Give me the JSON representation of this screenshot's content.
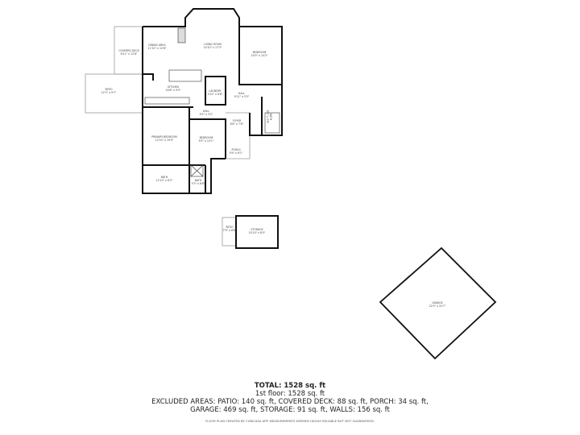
{
  "rooms": [
    {
      "name": "COVERED DECK",
      "dims": "6'11\" x 12'8\""
    },
    {
      "name": "DINING AREA",
      "dims": "11'10\" x 12'8\""
    },
    {
      "name": "LIVING ROOM",
      "dims": "14'10\" x 17'3\""
    },
    {
      "name": "BEDROOM",
      "dims": "10'0\" x 14'2\""
    },
    {
      "name": "PATIO",
      "dims": "12'3\" x 9'7\""
    },
    {
      "name": "KITCHEN",
      "dims": "20'8\" x 9'5\""
    },
    {
      "name": "LAUNDRY",
      "dims": "4'10\" x 6'8\""
    },
    {
      "name": "HALL",
      "dims": "9'11\" x 5'5\""
    },
    {
      "name": "BATH",
      "dims": "8'2\" x 5'6\""
    },
    {
      "name": "HALL",
      "dims": "9'5\" x 3'2\""
    },
    {
      "name": "FOYER",
      "dims": "6'8\" x 7'6\""
    },
    {
      "name": "PRIMARY BEDROOM",
      "dims": "12'10\" x 19'9\""
    },
    {
      "name": "BEDROOM",
      "dims": "9'5\" x 10'1\""
    },
    {
      "name": "PORCH",
      "dims": "5'9\" x 6'1\""
    },
    {
      "name": "BATH",
      "dims": "12'10\" x 6'2\""
    },
    {
      "name": "BATH",
      "dims": "5'3\" x 6'8\""
    },
    {
      "name": "STORAGE",
      "dims": "10'10\" x 8'5\""
    },
    {
      "name": "PATIO",
      "dims": "7'9\" x 8'8\""
    },
    {
      "name": "GARAGE",
      "dims": "22'0\" x 22'7\""
    }
  ],
  "summary": {
    "total": "TOTAL: 1528 sq. ft",
    "floor": "1st floor: 1528 sq. ft",
    "excluded_1": "EXCLUDED AREAS: PATIO: 140 sq. ft, COVERED DECK: 88 sq. ft, PORCH: 34 sq. ft,",
    "excluded_2": "GARAGE: 469 sq. ft, STORAGE: 91 sq. ft, WALLS: 156 sq. ft",
    "disclaimer": "FLOOR PLAN CREATED BY CUBICASA APP. MEASUREMENTS DEEMED HIGHLY RELIABLE BUT NOT GUARANTEED."
  }
}
